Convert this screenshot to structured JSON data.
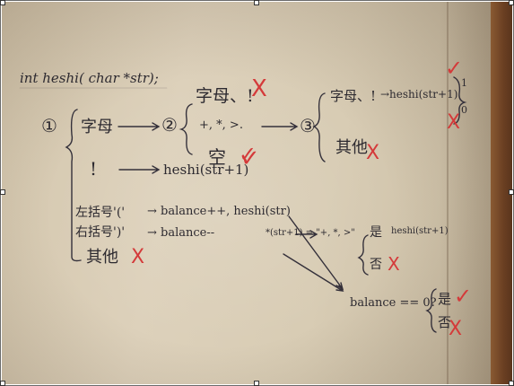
{
  "note": {
    "signature": "int heshi( char *str);",
    "step1": "①",
    "step2": "②",
    "step3": "③",
    "letter": "字母",
    "letter_punct": "字母、!",
    "bang": "!",
    "call_next": "heshi(str+1)",
    "ops": "+, *, >.",
    "empty": "空",
    "three_letter": "字母、!",
    "three_call": "→heshi(str+1)",
    "three_other": "其他",
    "side_one": "1",
    "side_zero": "0",
    "left_paren": "左括号'('",
    "right_paren": "右括号')'",
    "other": "其他",
    "lp_action": "→ balance++, heshi(str)",
    "rp_action": "→ balance--",
    "check_expr": "*(str+1) = \"+, *, >\"",
    "yes": "是",
    "no": "否",
    "yes_call": "heshi(str+1)",
    "balance_check": "balance == 0?",
    "mark_check": "✓",
    "mark_cross": "X"
  },
  "colors": {
    "ink": "#2d2a30",
    "red": "#d43a3a",
    "paper": "#d8ccb4"
  }
}
